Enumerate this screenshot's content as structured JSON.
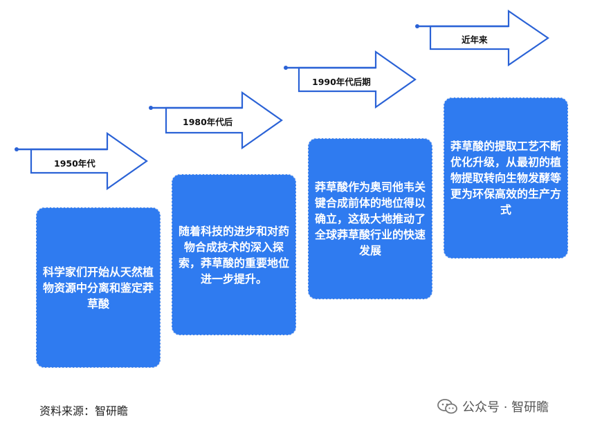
{
  "stages": [
    {
      "period": "1950年代",
      "description": "科学家们开始从天然植物资源中分离和鉴定莽草酸"
    },
    {
      "period": "1980年代后",
      "description": "随着科技的进步和对药物合成技术的深入探索，莽草酸的重要地位进一步提升。"
    },
    {
      "period": "1990年代后期",
      "description": "莽草酸作为奥司他韦关键合成前体的地位得以确立，这极大地推动了全球莽草酸行业的快速发展"
    },
    {
      "period": "近年来",
      "description": "莽草酸的提取工艺不断优化升级，从最初的植物提取转向生物发酵等更为环保高效的生产方式"
    }
  ],
  "source": "资料来源：智研瞻",
  "watermark": "公众号 · 智研瞻",
  "colors": {
    "box_fill": "#2f7bf0",
    "arrow_outline": "#2a62d6",
    "box_text": "#ffffff"
  }
}
